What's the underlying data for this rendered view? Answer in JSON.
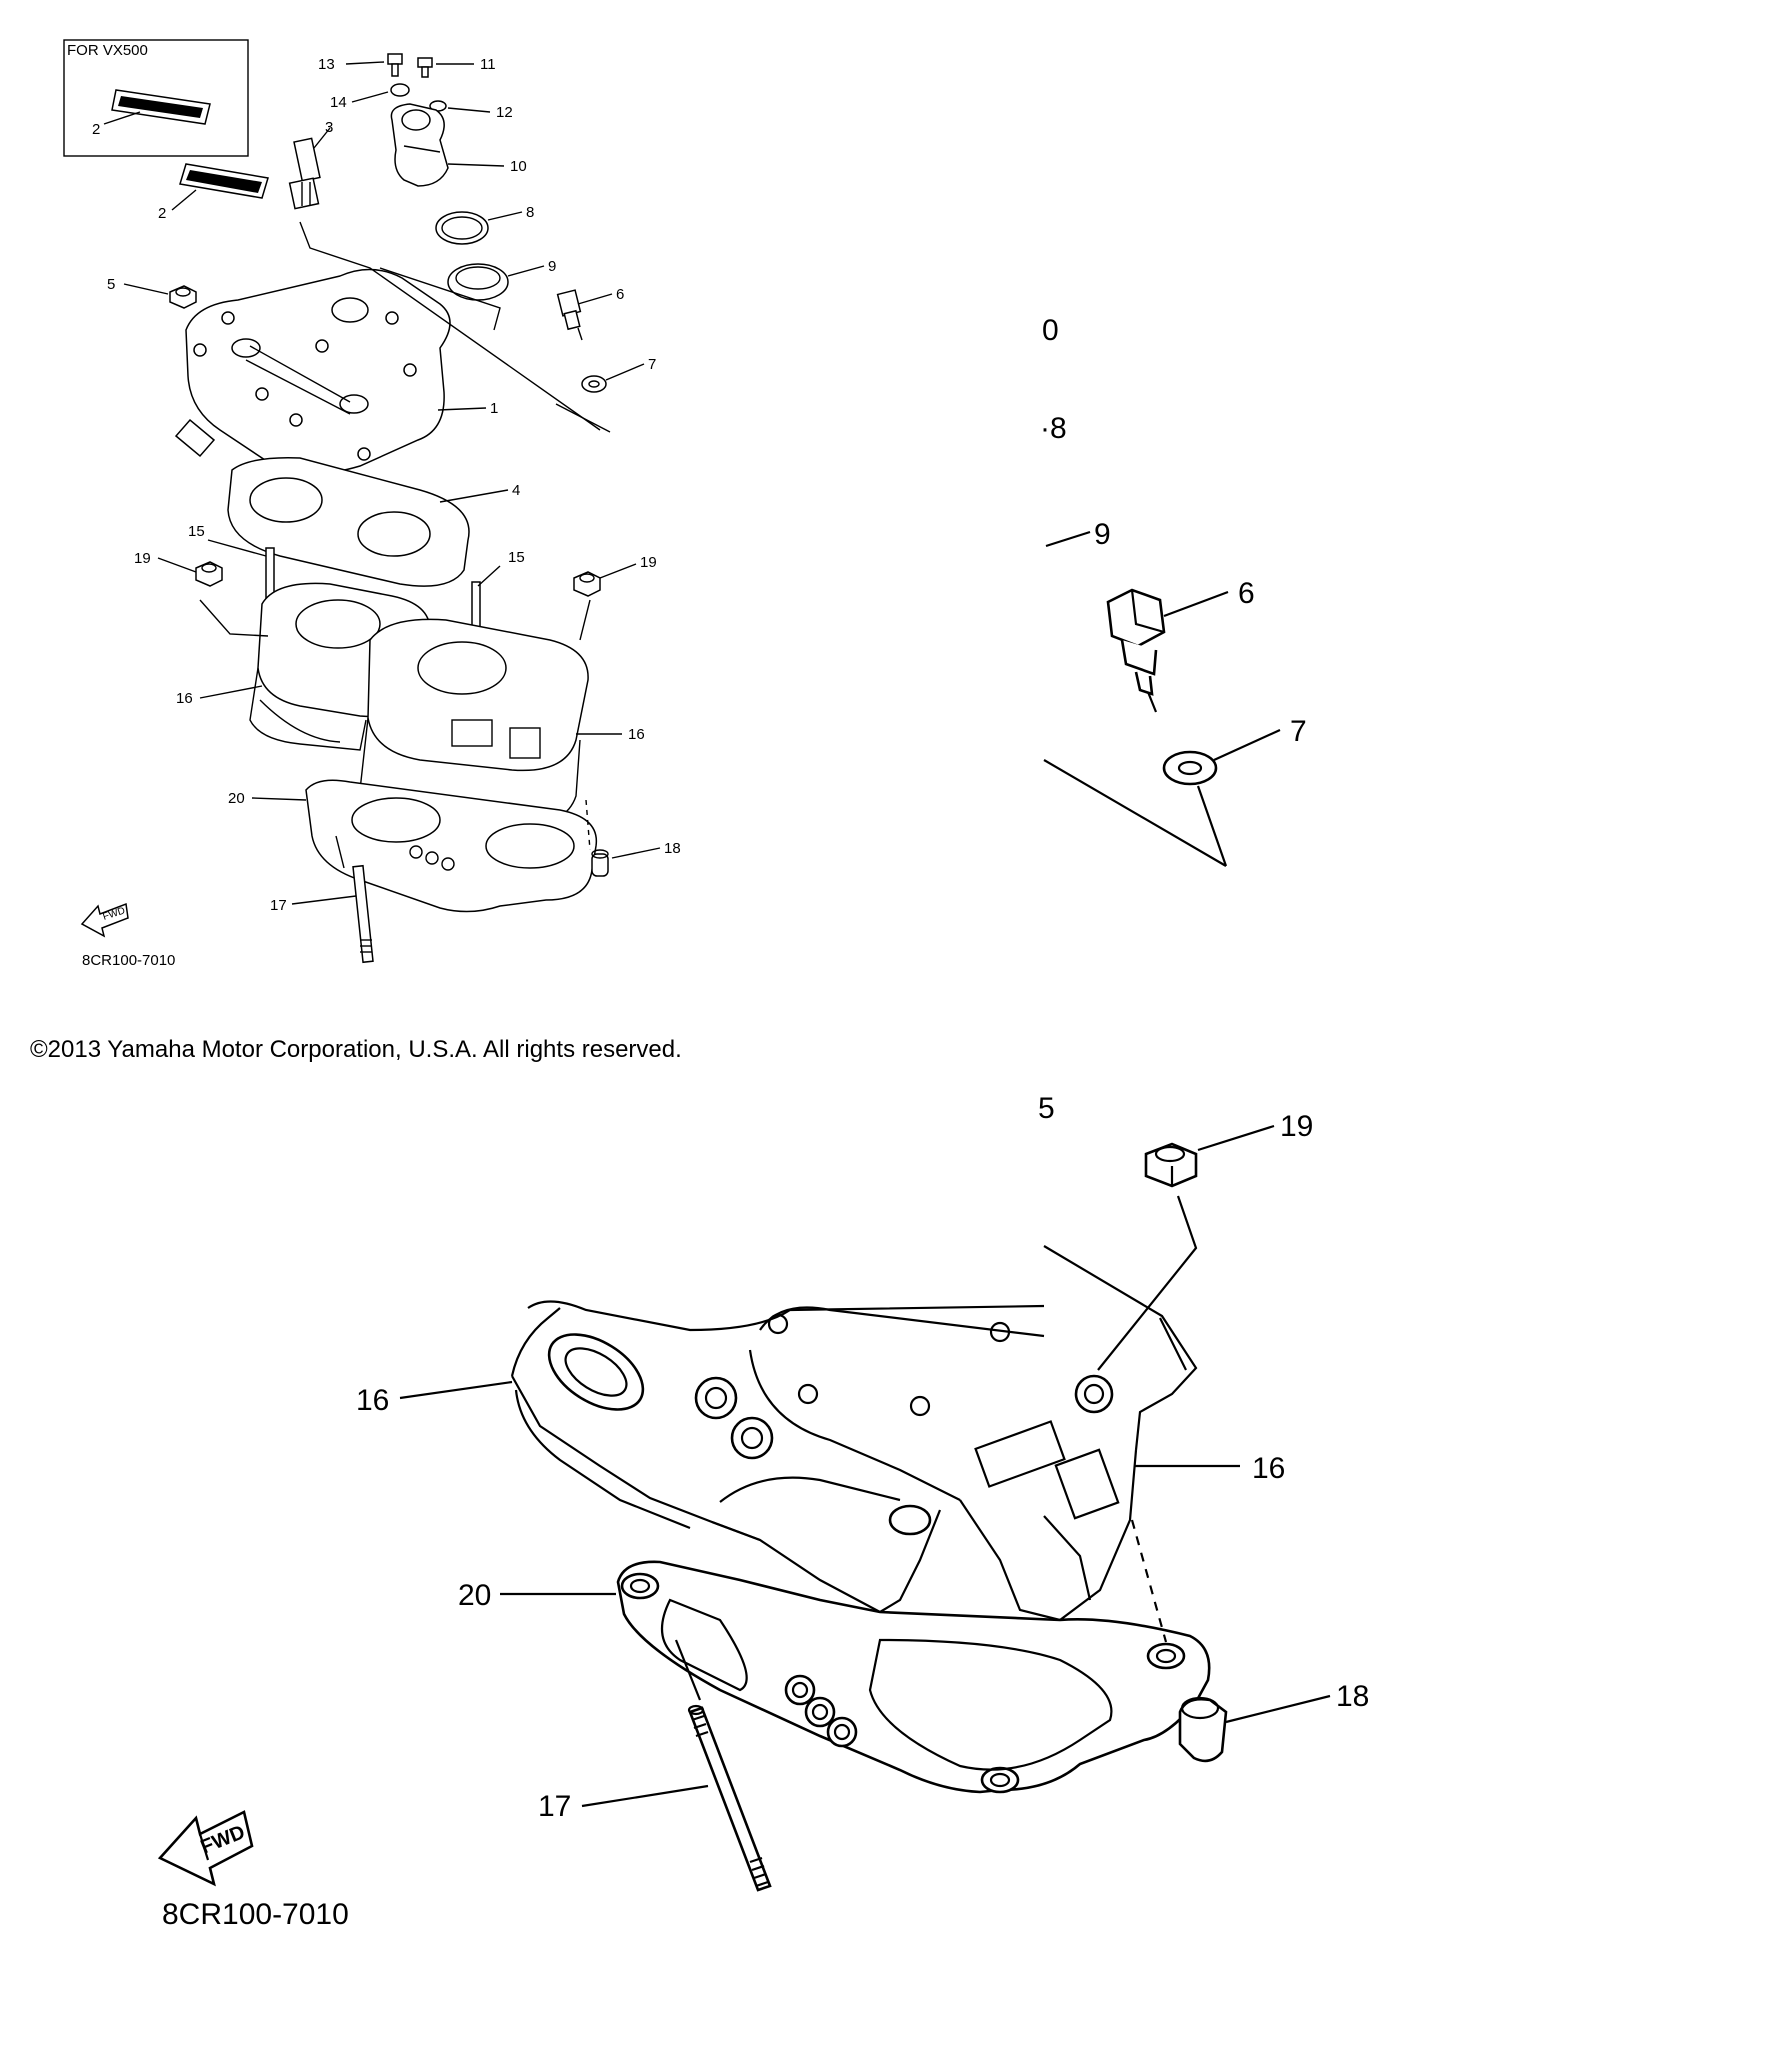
{
  "inset": {
    "title": "FOR VX500"
  },
  "callouts": [
    {
      "key": "c1",
      "text": "1"
    },
    {
      "key": "c2a",
      "text": "2"
    },
    {
      "key": "c2b",
      "text": "2"
    },
    {
      "key": "c3",
      "text": "3"
    },
    {
      "key": "c4",
      "text": "4"
    },
    {
      "key": "c5",
      "text": "5"
    },
    {
      "key": "c6",
      "text": "6"
    },
    {
      "key": "c7",
      "text": "7"
    },
    {
      "key": "c8",
      "text": "8"
    },
    {
      "key": "c9",
      "text": "9"
    },
    {
      "key": "c10",
      "text": "10"
    },
    {
      "key": "c11",
      "text": "11"
    },
    {
      "key": "c12",
      "text": "12"
    },
    {
      "key": "c13",
      "text": "13"
    },
    {
      "key": "c14",
      "text": "14"
    },
    {
      "key": "c15a",
      "text": "15"
    },
    {
      "key": "c15b",
      "text": "15"
    },
    {
      "key": "c16a",
      "text": "16"
    },
    {
      "key": "c16b",
      "text": "16"
    },
    {
      "key": "c17",
      "text": "17"
    },
    {
      "key": "c18",
      "text": "18"
    },
    {
      "key": "c19a",
      "text": "19"
    },
    {
      "key": "c19b",
      "text": "19"
    },
    {
      "key": "c20",
      "text": "20"
    }
  ],
  "zoom_top_callouts": [
    {
      "key": "z10",
      "text": "0"
    },
    {
      "key": "z8",
      "text": "·8"
    },
    {
      "key": "z9",
      "text": "9"
    },
    {
      "key": "z6",
      "text": "6"
    },
    {
      "key": "z7",
      "text": "7"
    }
  ],
  "zoom_bottom_callouts": [
    {
      "key": "zb15",
      "text": "5"
    },
    {
      "key": "zb19",
      "text": "19"
    },
    {
      "key": "zb16a",
      "text": "16"
    },
    {
      "key": "zb16b",
      "text": "16"
    },
    {
      "key": "zb20",
      "text": "20"
    },
    {
      "key": "zb18",
      "text": "18"
    },
    {
      "key": "zb17",
      "text": "17"
    }
  ],
  "fwd_label": "FWD",
  "diagram_code_small": "8CR100-7010",
  "diagram_code_large": "8CR100-7010",
  "copyright": "©2013 Yamaha Motor Corporation, U.S.A. All rights reserved."
}
